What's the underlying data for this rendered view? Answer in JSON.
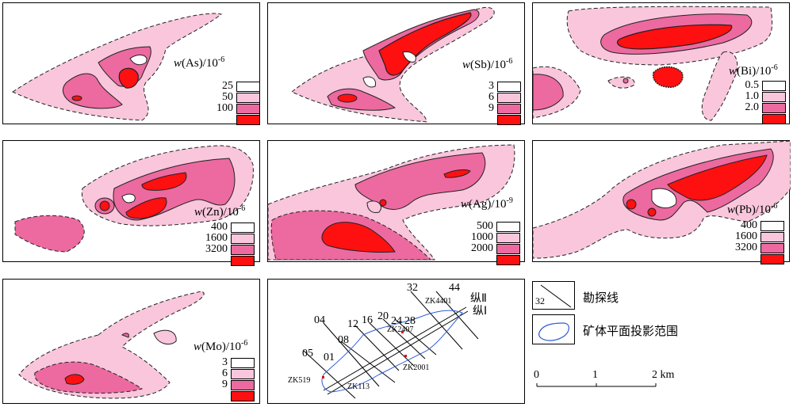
{
  "colors": {
    "c1": "#ffffff",
    "c2": "#f9c6dc",
    "c3": "#ec6aa0",
    "c4": "#ff1010",
    "dash": "#222222"
  },
  "panels": [
    {
      "element": "As",
      "exp": "-6",
      "levels": [
        "25",
        "50",
        "100"
      ]
    },
    {
      "element": "Sb",
      "exp": "-6",
      "levels": [
        "3",
        "6",
        "9"
      ]
    },
    {
      "element": "Bi",
      "exp": "-6",
      "levels": [
        "0.5",
        "1.0",
        "2.0"
      ]
    },
    {
      "element": "Zn",
      "exp": "-6",
      "levels": [
        "400",
        "1600",
        "3200"
      ]
    },
    {
      "element": "Ag",
      "exp": "-9",
      "levels": [
        "500",
        "1000",
        "2000"
      ]
    },
    {
      "element": "Pb",
      "exp": "-6",
      "levels": [
        "400",
        "1600",
        "3200"
      ]
    },
    {
      "element": "Mo",
      "exp": "-6",
      "levels": [
        "3",
        "6",
        "9"
      ]
    }
  ],
  "label_prefix": "w(",
  "label_unit": ")/10",
  "map": {
    "lines": [
      "05",
      "01",
      "04",
      "08",
      "12",
      "16",
      "20",
      "24",
      "28",
      "32",
      "44"
    ],
    "boreholes": [
      "ZK519",
      "ZK113",
      "ZK2407",
      "ZK2001",
      "ZK4401"
    ],
    "sections": [
      "纵Ⅱ",
      "纵Ⅰ"
    ]
  },
  "legend_right": {
    "survey_line_number": "32",
    "survey_line_label": "勘探线",
    "ore_label": "矿体平面投影范围",
    "scale": [
      "0",
      "1",
      "2 km"
    ]
  }
}
